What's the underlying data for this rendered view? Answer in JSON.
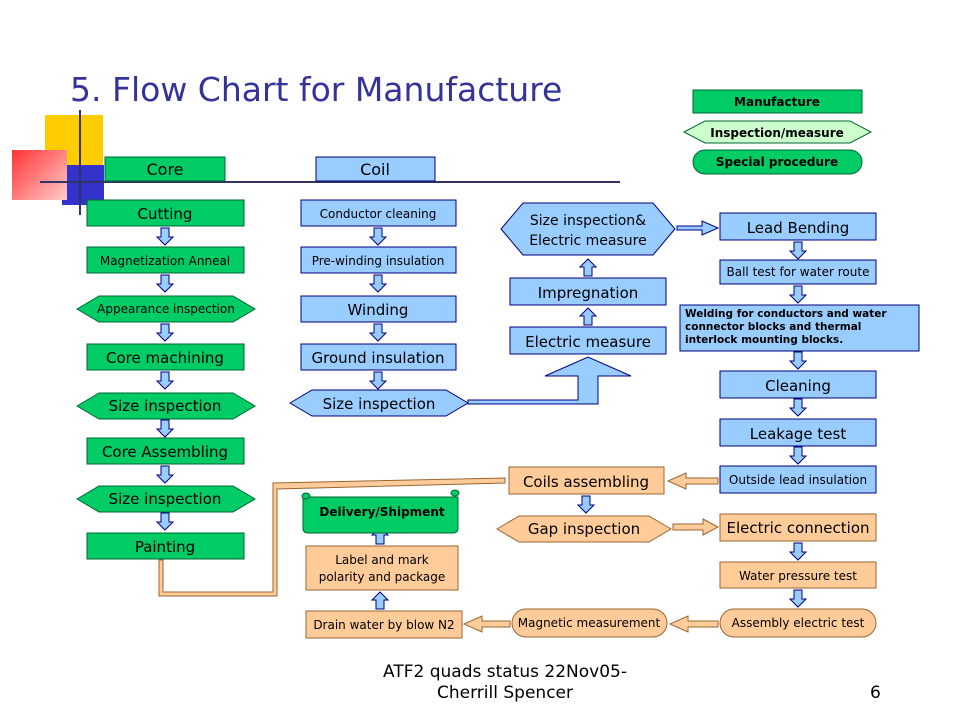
{
  "title": "5. Flow Chart for Manufacture",
  "footer_line1": "ATF2 quads status 22Nov05-",
  "footer_line2": "Cherrill Spencer",
  "page_number": "6",
  "colors": {
    "manufacture": "#00cc66",
    "inspection": "#ccffcc",
    "special": "#00cc66",
    "coil_step": "#99ccff",
    "assembly_step": "#ffcc99",
    "arrow_fill": "#99ccff",
    "connector_fill": "#ffcc99",
    "title_color": "#333399"
  },
  "legend": {
    "manufacture": "Manufacture",
    "inspection": "Inspection/measure",
    "special": "Special procedure"
  },
  "columns": {
    "core_header": "Core",
    "coil_header": "Coil"
  },
  "core_steps": {
    "cutting": "Cutting",
    "magnetization": "Magnetization Anneal",
    "appearance": "Appearance inspection",
    "machining": "Core machining",
    "size1": "Size inspection",
    "assembling": "Core Assembling",
    "size2": "Size inspection",
    "painting": "Painting"
  },
  "coil_steps": {
    "conductor_cleaning": "Conductor cleaning",
    "prewinding": "Pre-winding insulation",
    "winding": "Winding",
    "ground": "Ground insulation",
    "size": "Size inspection"
  },
  "mid_steps": {
    "electric_measure": "Electric measure",
    "impregnation": "Impregnation",
    "size_electric_line1": "Size inspection&",
    "size_electric_line2": "Electric measure"
  },
  "right_steps": {
    "lead_bending": "Lead Bending",
    "ball_test": "Ball test for water route",
    "welding_line1": "Welding for conductors and water",
    "welding_line2": "connector blocks and thermal",
    "welding_line3": "interlock mounting blocks.",
    "cleaning": "Cleaning",
    "leakage": "Leakage test",
    "outside_lead": "Outside lead insulation"
  },
  "assembly_steps": {
    "coils_assembling": "Coils assembling",
    "gap_inspection": "Gap inspection",
    "electric_connection": "Electric connection",
    "water_pressure": "Water pressure test",
    "assembly_electric": "Assembly electric test",
    "magnetic_measurement": "Magnetic measurement",
    "drain_water": "Drain water by blow N2",
    "label_line1": "Label and mark",
    "label_line2": "polarity and package",
    "delivery": "Delivery/Shipment"
  }
}
